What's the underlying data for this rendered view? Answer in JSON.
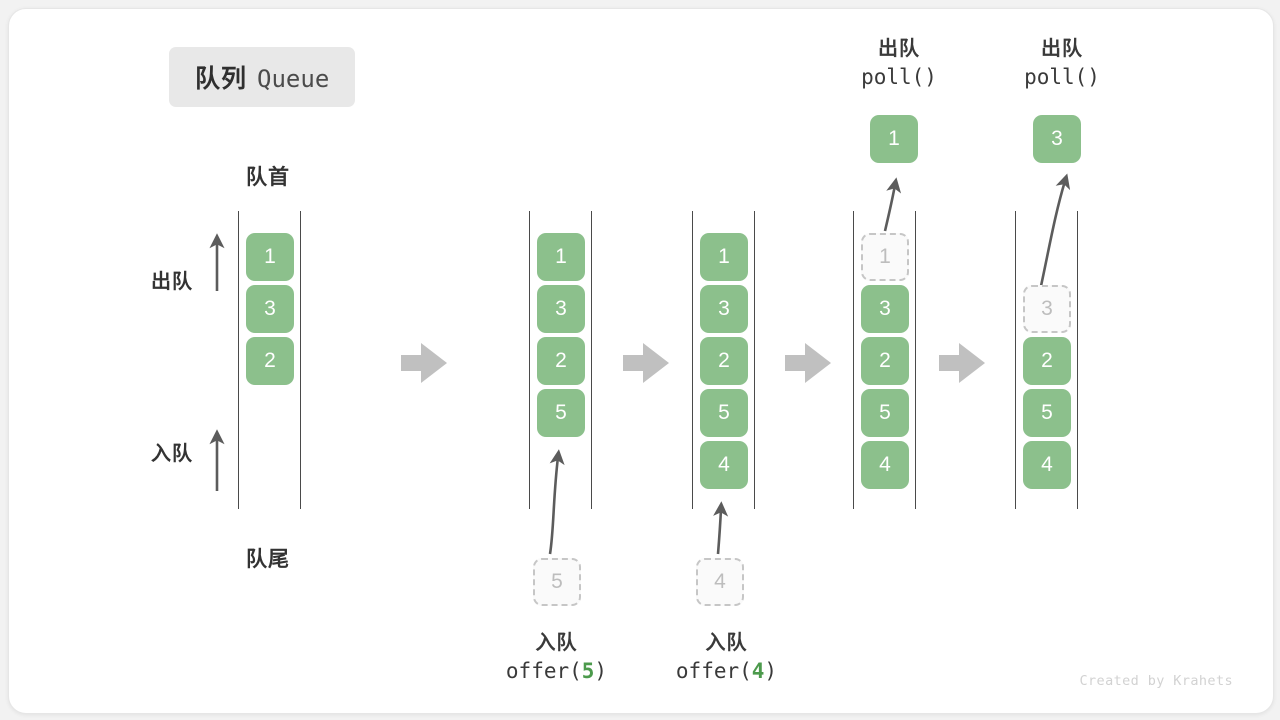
{
  "card": {
    "background": "#ffffff",
    "accent_green": "#8cc08c",
    "ghost_border": "#c6c6c6",
    "arrow_gray": "#c0c0c0",
    "text_color": "#333333"
  },
  "title": {
    "cn": "队列",
    "en": "Queue"
  },
  "labels": {
    "head": "队首",
    "tail": "队尾",
    "dequeue_side": "出队",
    "enqueue_side": "入队"
  },
  "stages": [
    {
      "name": "initial",
      "cells": [
        "1",
        "3",
        "2"
      ],
      "ghost": null,
      "op_label": null
    },
    {
      "name": "after-offer-5",
      "cells": [
        "1",
        "3",
        "2",
        "5"
      ],
      "ghost": {
        "value": "5",
        "position": "bottom"
      },
      "op_label": {
        "cn": "入队",
        "code_prefix": "offer(",
        "code_num": "5",
        "code_suffix": ")",
        "placement": "bottom"
      }
    },
    {
      "name": "after-offer-4",
      "cells": [
        "1",
        "3",
        "2",
        "5",
        "4"
      ],
      "ghost": {
        "value": "4",
        "position": "bottom"
      },
      "op_label": {
        "cn": "入队",
        "code_prefix": "offer(",
        "code_num": "4",
        "code_suffix": ")",
        "placement": "bottom"
      }
    },
    {
      "name": "after-poll-1",
      "cells": [
        "3",
        "2",
        "5",
        "4"
      ],
      "ghost": {
        "value": "1",
        "position": "slot1"
      },
      "popped": "1",
      "op_label": {
        "cn": "出队",
        "code_prefix": "poll(",
        "code_num": "",
        "code_suffix": ")",
        "placement": "top"
      }
    },
    {
      "name": "after-poll-3",
      "cells": [
        "2",
        "5",
        "4"
      ],
      "ghost": {
        "value": "3",
        "position": "slot2"
      },
      "popped": "3",
      "op_label": {
        "cn": "出队",
        "code_prefix": "poll(",
        "code_num": "",
        "code_suffix": ")",
        "placement": "top"
      }
    }
  ],
  "flow_arrows": 4,
  "credit": "Created by Krahets"
}
